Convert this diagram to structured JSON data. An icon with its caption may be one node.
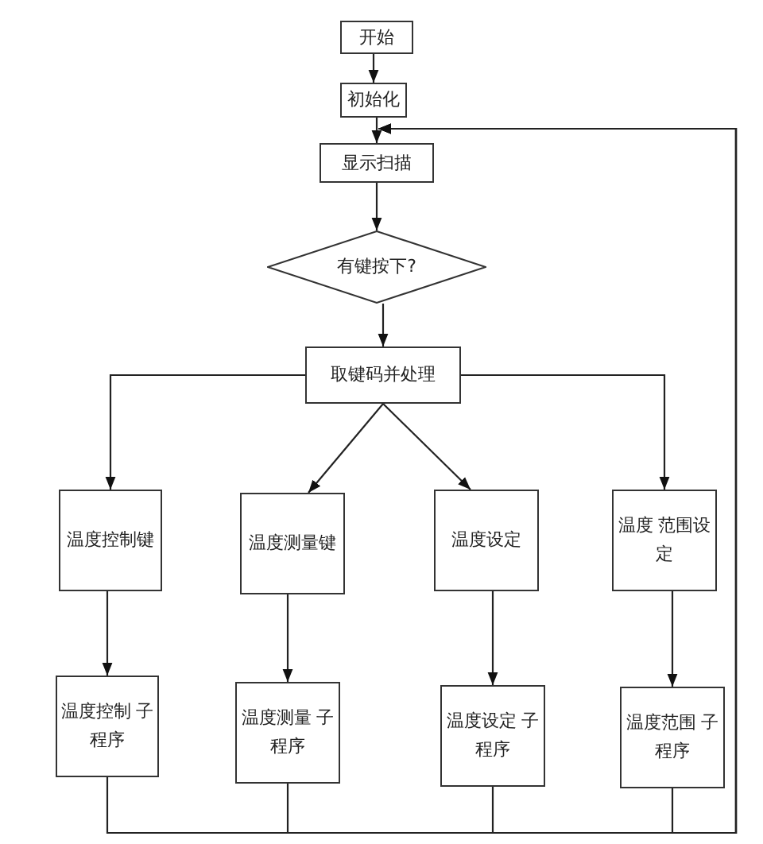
{
  "diagram": {
    "nodes": [
      {
        "text": [
          "开始"
        ]
      },
      {
        "text": [
          "初始化"
        ]
      },
      {
        "text": [
          "显示扫描"
        ]
      },
      {
        "text": [
          "有键按下?"
        ]
      },
      {
        "text": [
          "取键码并处理"
        ]
      },
      {
        "text": [
          "温度控制键"
        ]
      },
      {
        "text": [
          "温度测量键"
        ]
      },
      {
        "text": [
          "温度设定"
        ]
      },
      {
        "text": [
          "温度 范围设定"
        ]
      },
      {
        "text": [
          "温度控制 子程序"
        ]
      },
      {
        "text": [
          "温度测量 子程序"
        ]
      },
      {
        "text": [
          "温度设定 子程序"
        ]
      },
      {
        "text": [
          "温度范围 子程序"
        ]
      }
    ],
    "edges": [
      {
        "from": 0,
        "to": 1,
        "arrow": "to"
      },
      {
        "from": 1,
        "to": 2,
        "arrow": "to"
      },
      {
        "from": 2,
        "to": 3,
        "arrow": "to"
      },
      {
        "from": 3,
        "to": 4,
        "arrow": "to"
      },
      {
        "from": 4,
        "to": 5,
        "arrow": "to"
      },
      {
        "from": 4,
        "to": 6,
        "arrow": "to"
      },
      {
        "from": 4,
        "to": 7,
        "arrow": "to"
      },
      {
        "from": 4,
        "to": 8,
        "arrow": "to"
      },
      {
        "from": 5,
        "to": 9,
        "arrow": "to"
      },
      {
        "from": 6,
        "to": 10,
        "arrow": "to"
      },
      {
        "from": 7,
        "to": 11,
        "arrow": "to"
      },
      {
        "from": 8,
        "to": 12,
        "arrow": "to"
      },
      {
        "from": 9,
        "to": 2,
        "arrow": "to"
      },
      {
        "from": 10,
        "to": 2,
        "arrow": "to"
      },
      {
        "from": 11,
        "to": 2,
        "arrow": "to"
      },
      {
        "from": 12,
        "to": 2,
        "arrow": "to"
      }
    ]
  }
}
